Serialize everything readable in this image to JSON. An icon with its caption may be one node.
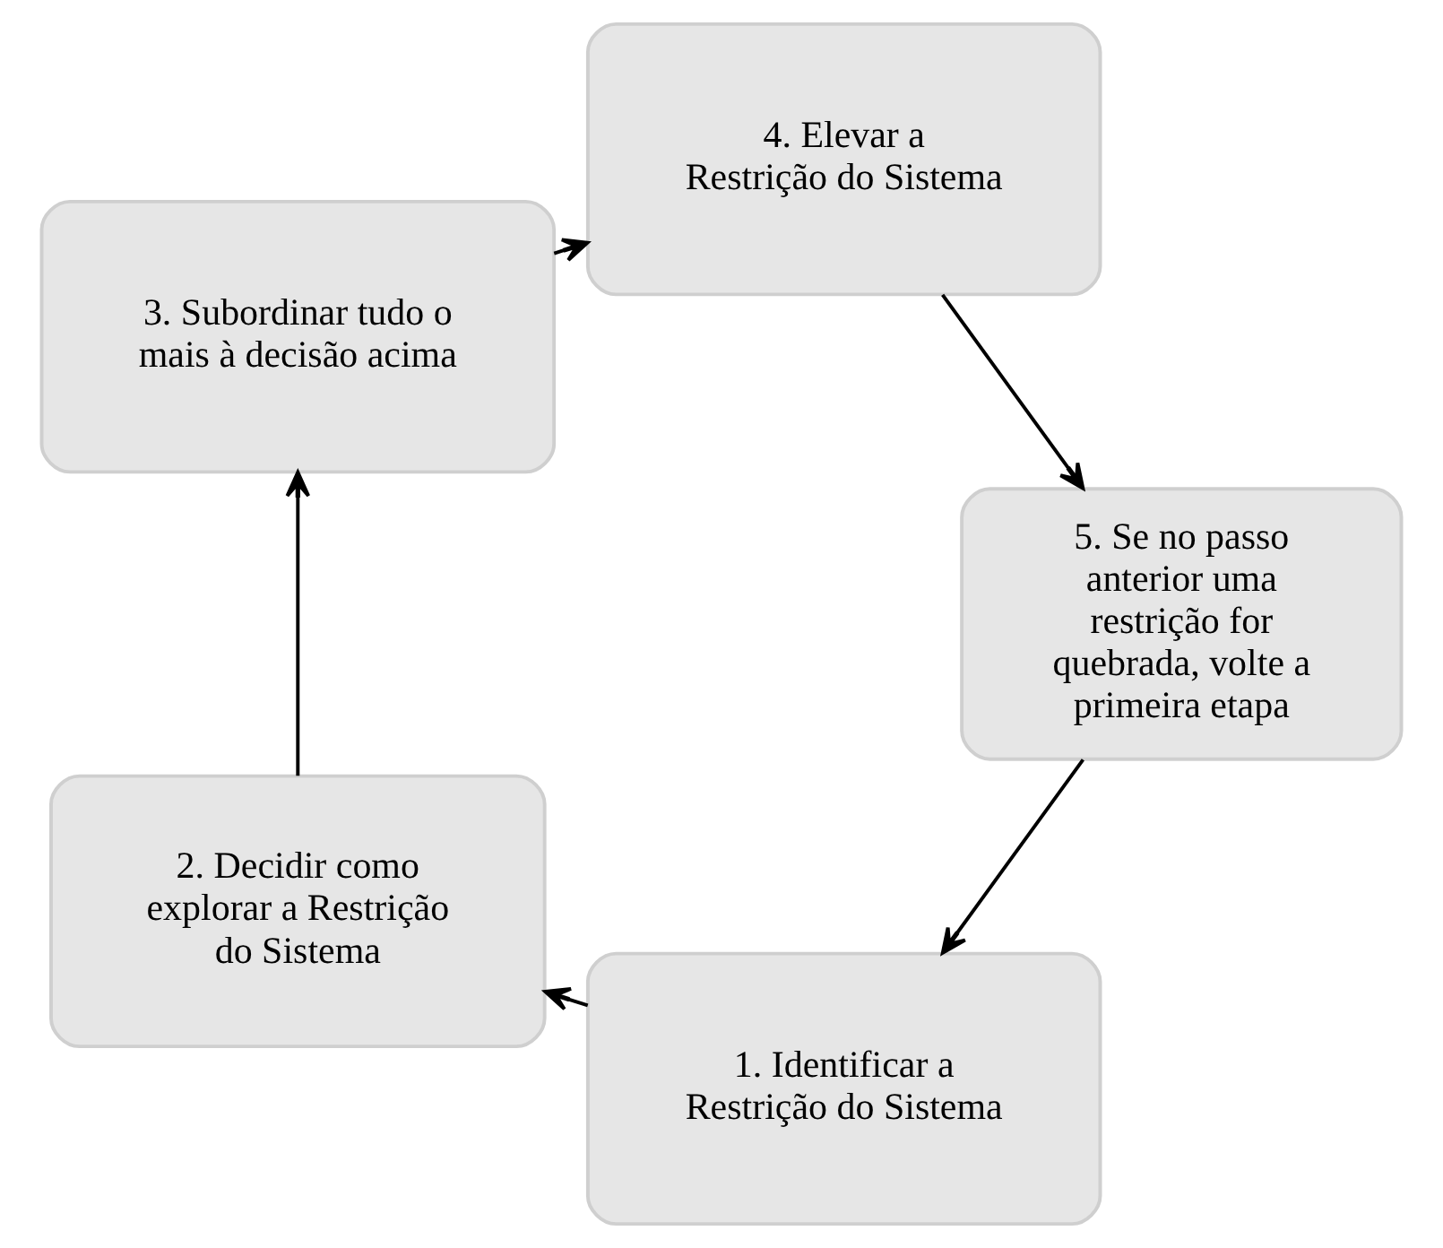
{
  "diagram": {
    "nodes": [
      {
        "text": [
          "1. Identificar a Restrição do Sistema"
        ]
      },
      {
        "text": [
          "2. Decidir como explorar a Restrição do Sistema"
        ]
      },
      {
        "text": [
          "3. Subordinar tudo o mais à decisão acima"
        ]
      },
      {
        "text": [
          "4. Elevar a Restrição do Sistema"
        ]
      },
      {
        "text": [
          "5. Se no passo anterior uma restrição for quebrada, volte a primeira etapa"
        ]
      }
    ],
    "edges": [
      {
        "from": 0,
        "to": 1,
        "arrow": "to"
      },
      {
        "from": 1,
        "to": 2,
        "arrow": "to"
      },
      {
        "from": 2,
        "to": 3,
        "arrow": "to"
      },
      {
        "from": 3,
        "to": 4,
        "arrow": "to"
      },
      {
        "from": 4,
        "to": 0,
        "arrow": "to"
      }
    ]
  }
}
